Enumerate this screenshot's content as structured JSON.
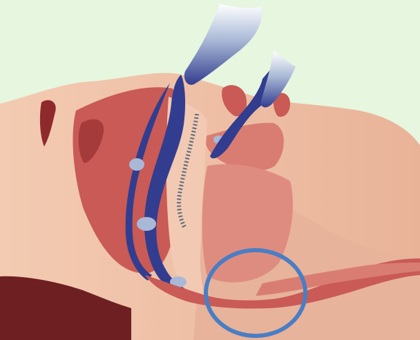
{
  "illustration": {
    "colors": {
      "background": "#e6f6df",
      "skin": "#f0c2a8",
      "skin_shade": "#e5a88e",
      "tissue": "#c95a55",
      "tissue_dark": "#8f2a2c",
      "airway_blue": "#323d8f",
      "air_light": "#a9b8d6",
      "tongue": "#df8c80",
      "highlight_circle": "#4a7ec4"
    },
    "elements": [
      "airflow-arrow",
      "skin",
      "nasal-cavity",
      "airway",
      "tongue",
      "soft-palate",
      "obstruction-highlight"
    ]
  }
}
